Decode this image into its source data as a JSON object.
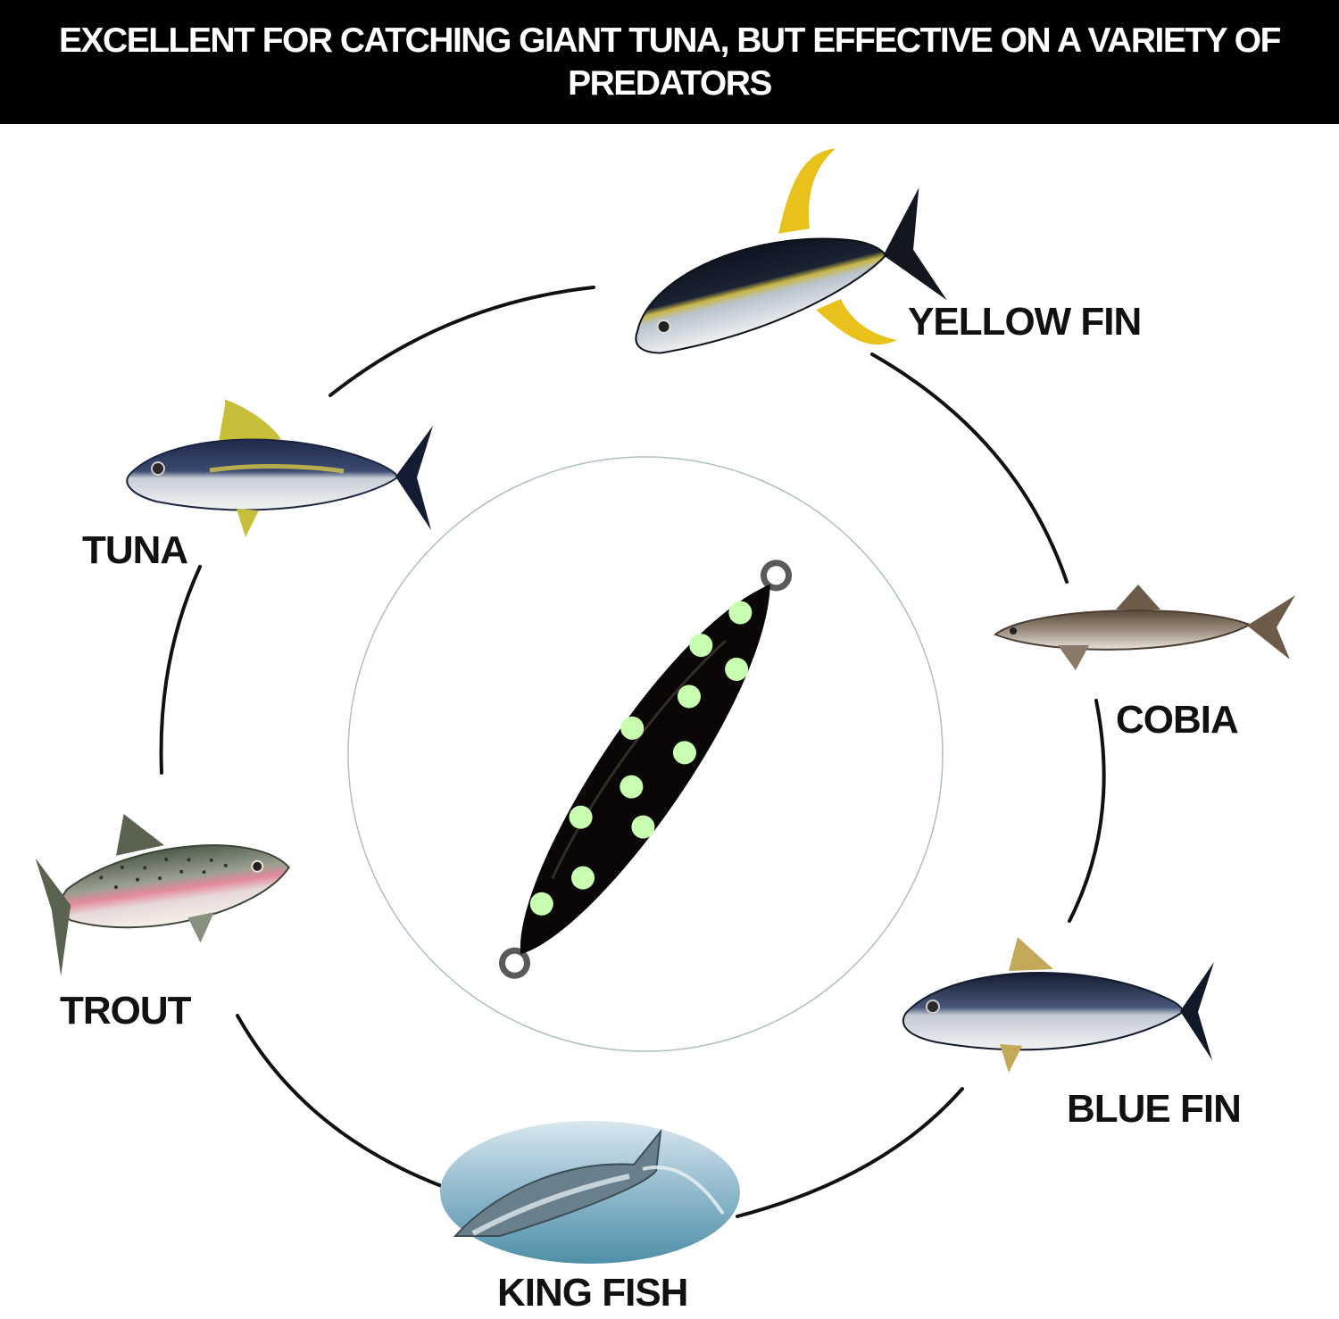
{
  "banner": {
    "text": "EXCELLENT FOR CATCHING GIANT TUNA, BUT EFFECTIVE ON A VARIETY OF PREDATORS"
  },
  "fish": [
    {
      "id": "yellow-fin",
      "label": "YELLOW FIN"
    },
    {
      "id": "cobia",
      "label": "COBIA"
    },
    {
      "id": "blue-fin",
      "label": "BLUE FIN"
    },
    {
      "id": "king-fish",
      "label": "KING FISH"
    },
    {
      "id": "trout",
      "label": "TROUT"
    },
    {
      "id": "tuna",
      "label": "TUNA"
    }
  ],
  "lure": {
    "body_color": "#0a0606",
    "spot_color": "#c8ffb0"
  },
  "colors": {
    "banner_bg": "#000000",
    "banner_text": "#ffffff",
    "ring_line": "#111111",
    "label": "#111111"
  }
}
